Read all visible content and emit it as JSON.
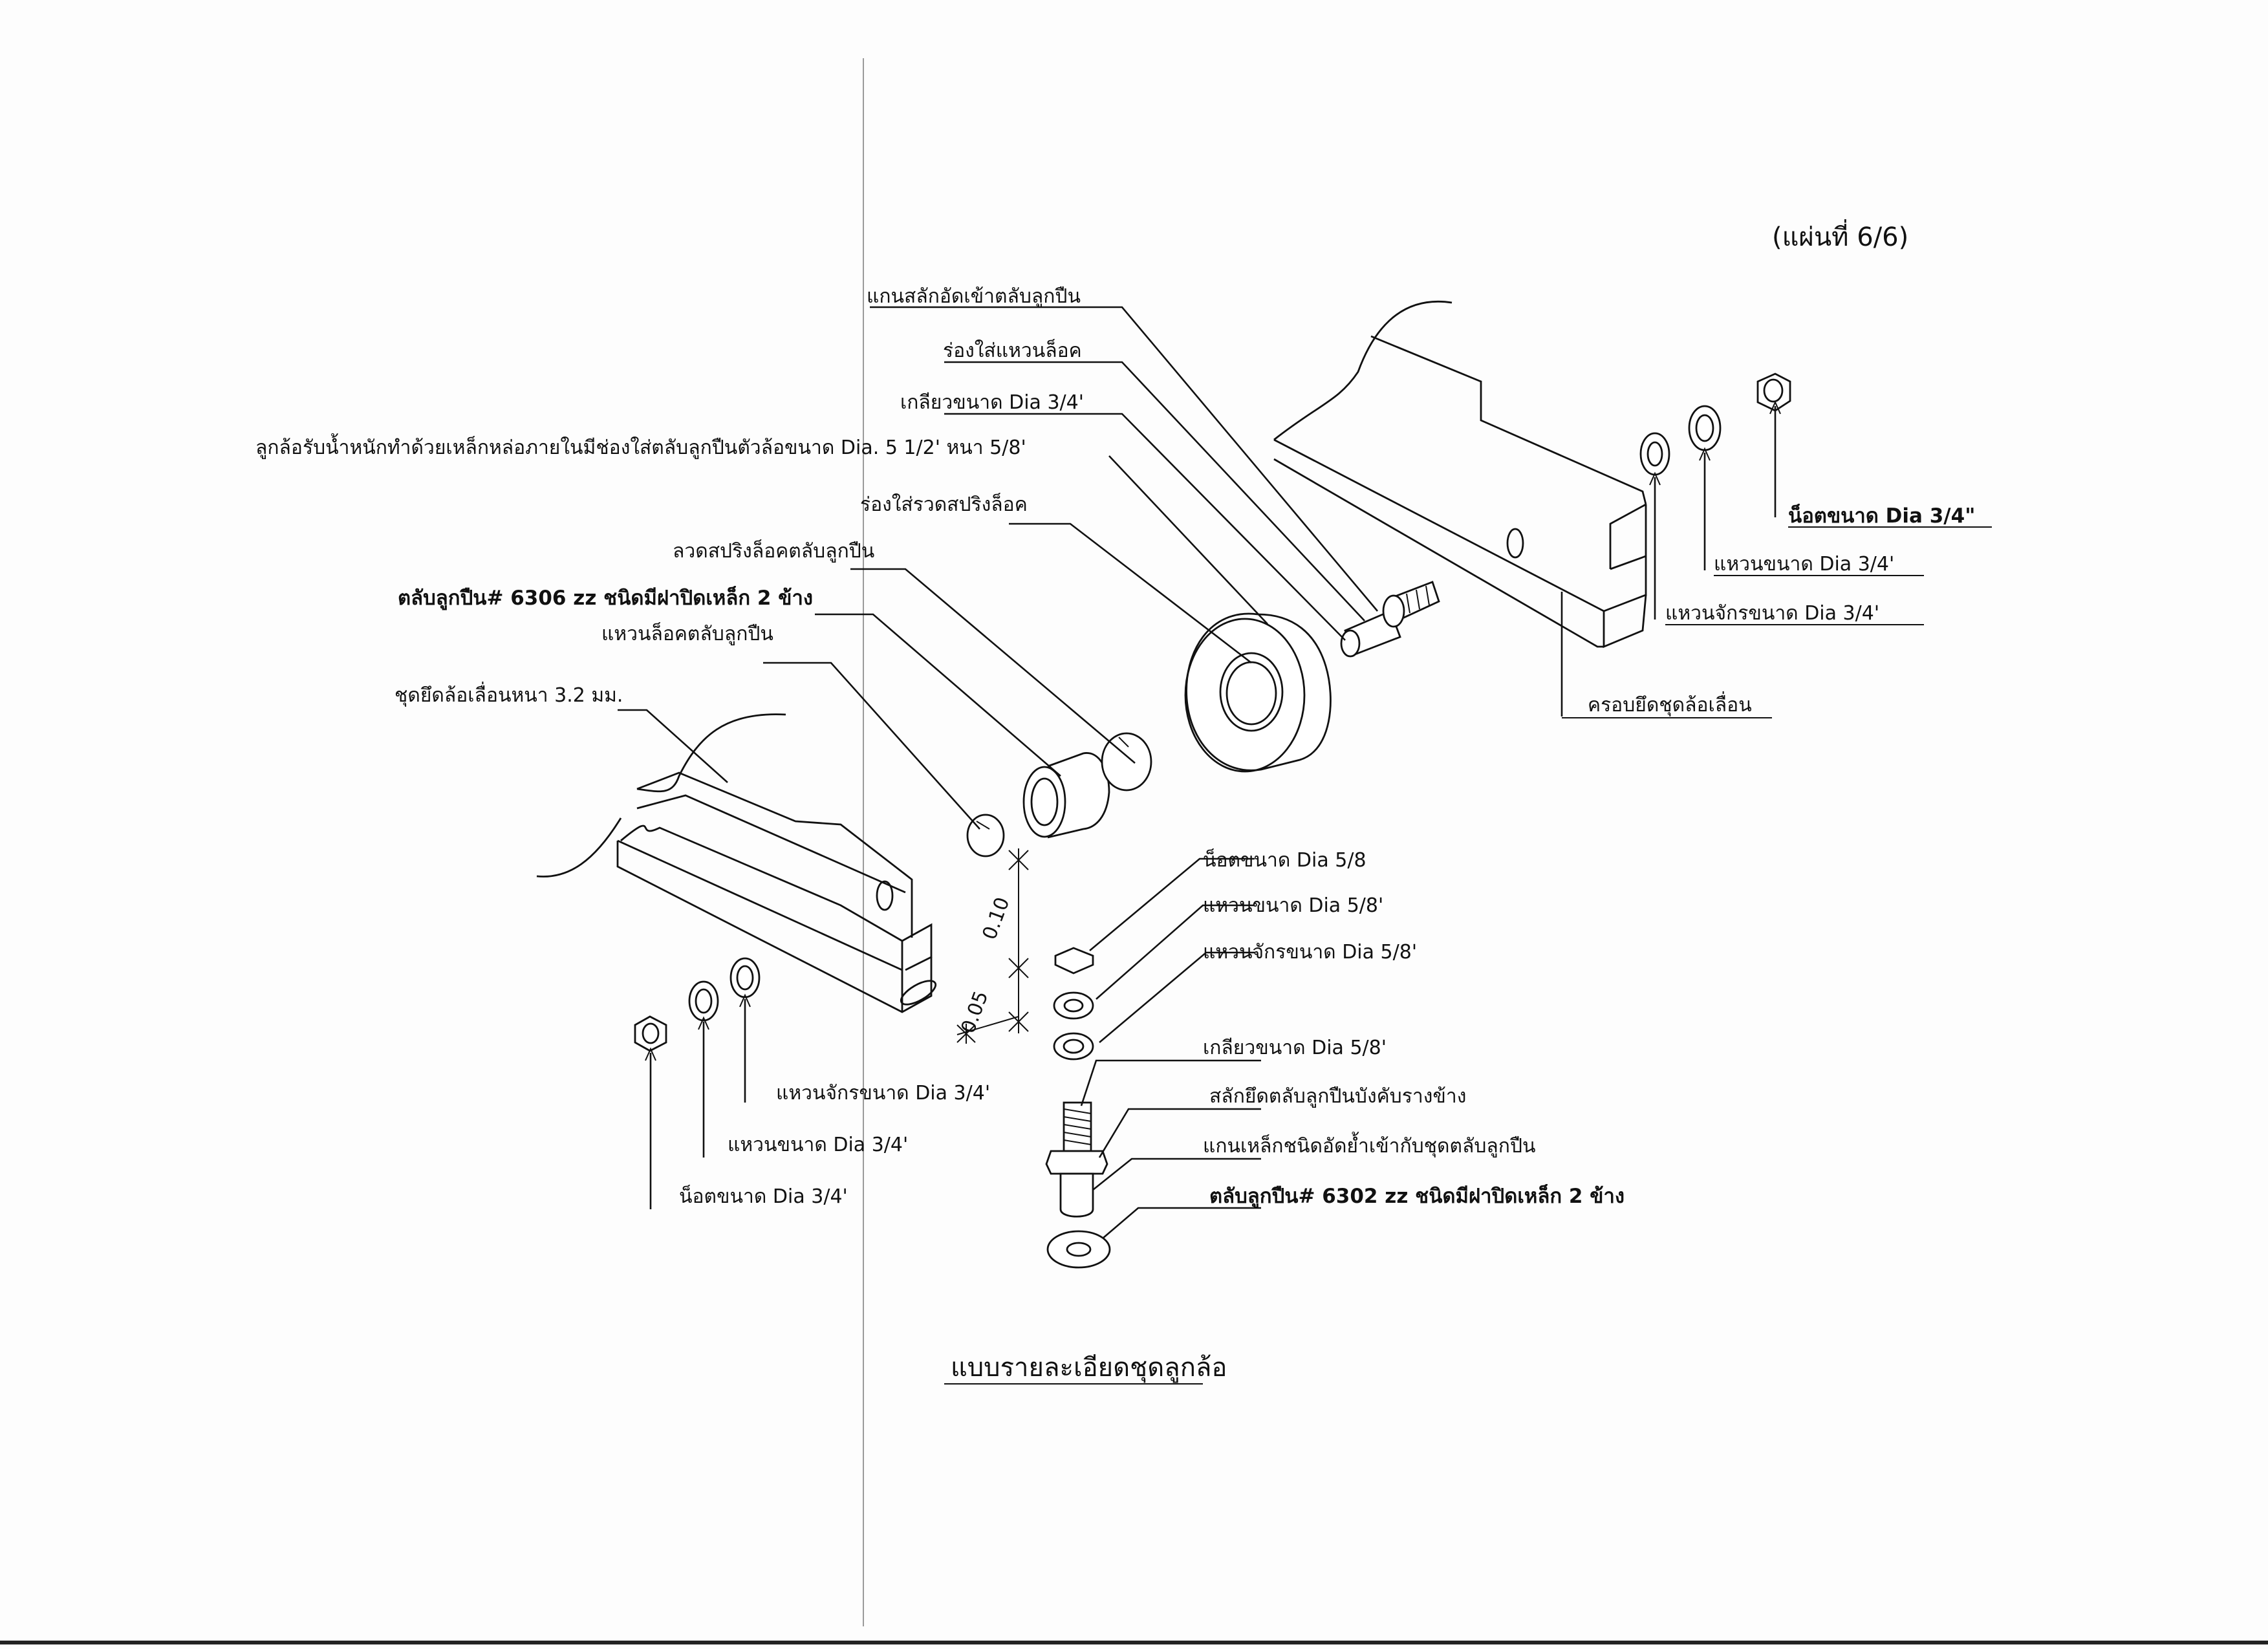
{
  "sheet": {
    "number": "(แผ่นที่ 6/6)",
    "caption": "แบบรายละเอียดชุดลูกล้อ"
  },
  "labels": {
    "axle_pin": "แกนสลักอัดเข้าตลับลูกปืน",
    "lock_ring_groove": "ร่องใส่แหวนล็อค",
    "thread_3_4": "เกลียวขนาด Dia 3/4'",
    "roller_wheel": "ลูกล้อรับน้ำหนักทำด้วยเหล็กหล่อภายในมีช่องใส่ตลับลูกปืนตัวล้อขนาด Dia. 5 1/2' หนา 5/8'",
    "spring_groove": "ร่องใส่รวดสปริงล็อค",
    "spring_wire": "ลวดสปริงล็อคตลับลูกปืน",
    "bearing_6306": "ตลับลูกปืน# 6306 zz ชนิดมีฝาปิดเหล็ก 2 ข้าง",
    "bearing_lock_ring": "แหวนล็อคตลับลูกปืน",
    "bracket": "ชุดยึดล้อเลื่อนหนา 3.2 มม.",
    "nut_right": "น็อตขนาด Dia 3/4\"",
    "washer_right": "แหวนขนาด Dia 3/4'",
    "spring_washer_right": "แหวนจักรขนาด Dia 3/4'",
    "cover": "ครอบยึดชุดล้อเลื่อน",
    "nut_5_8": "น็อตขนาด Dia 5/8",
    "washer_5_8": "แหวนขนาด Dia 5/8'",
    "spring_washer_5_8": "แหวนจักรขนาด Dia 5/8'",
    "thread_5_8": "เกลียวขนาด Dia 5/8'",
    "side_pin": "สลักยึดตลับลูกปืนบังคับรางข้าง",
    "steel_shaft": "แกนเหล็กชนิดอัดย้ำเข้ากับชุดตลับลูกปืน",
    "bearing_6302": "ตลับลูกปืน# 6302 zz ชนิดมีฝาปิดเหล็ก 2 ข้าง",
    "spring_washer_left": "แหวนจักรขนาด Dia 3/4'",
    "washer_left": "แหวนขนาด Dia 3/4'",
    "nut_left": "น็อตขนาด Dia 3/4'"
  },
  "dimensions": {
    "dim_a": "0.10",
    "dim_b": "0.05"
  }
}
